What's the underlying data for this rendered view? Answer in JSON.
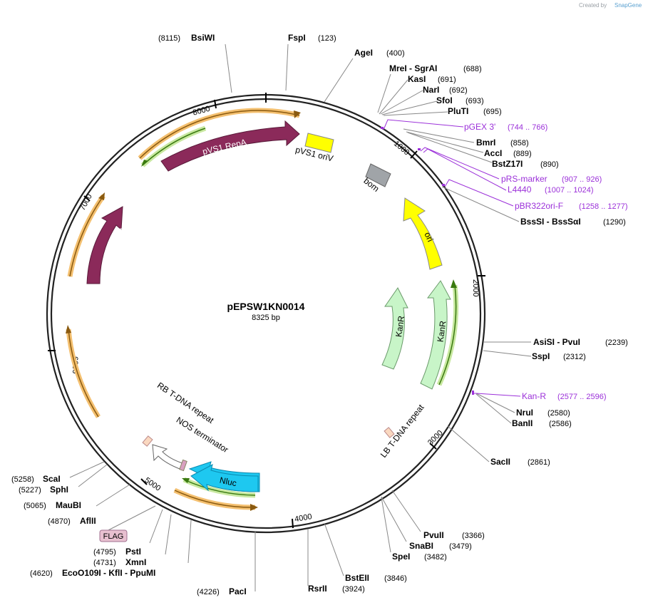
{
  "brand": {
    "created_by": "Created by",
    "app": "SnapGene"
  },
  "plasmid": {
    "name": "pEPSW1KN0014",
    "size": "8325 bp"
  },
  "ticks": [
    "8000",
    "1000",
    "2000",
    "3000",
    "4000",
    "5000",
    "6000",
    "7000"
  ],
  "features": {
    "pvs1_repa": "pVS1 RepA",
    "pvs1_oriv": "pVS1 oriV",
    "bom": "bom",
    "ori": "ori",
    "kanr_1": "KanR",
    "kanr_2": "KanR",
    "pvs1_staa": "pVS1 StaA",
    "rb_tdna": "RB T-DNA repeat",
    "nos_term": "NOS terminator",
    "nluc": "Nluc",
    "lb_tdna": "LB T-DNA repeat",
    "flag": "FLAG"
  },
  "enzymes": [
    {
      "pos": "(8115)",
      "name": "BsiWI"
    },
    {
      "name": "FspI",
      "pos": "(123)"
    },
    {
      "name": "AgeI",
      "pos": "(400)"
    },
    {
      "name": "MreI  -  SgrAI",
      "pos": "(688)"
    },
    {
      "name": "KasI",
      "pos": "(691)"
    },
    {
      "name": "NarI",
      "pos": "(692)"
    },
    {
      "name": "SfoI",
      "pos": "(693)"
    },
    {
      "name": "PluTI",
      "pos": "(695)"
    },
    {
      "name": "BmrI",
      "pos": "(858)"
    },
    {
      "name": "AccI",
      "pos": "(889)"
    },
    {
      "name": "BstZ17I",
      "pos": "(890)"
    },
    {
      "name": "BssSI  -  BssSαI",
      "pos": "(1290)"
    },
    {
      "name": "AsiSI  -  PvuI",
      "pos": "(2239)"
    },
    {
      "name": "SspI",
      "pos": "(2312)"
    },
    {
      "name": "NruI",
      "pos": "(2580)"
    },
    {
      "name": "BanII",
      "pos": "(2586)"
    },
    {
      "name": "SacII",
      "pos": "(2861)"
    },
    {
      "name": "PvuII",
      "pos": "(3366)"
    },
    {
      "name": "SnaBI",
      "pos": "(3479)"
    },
    {
      "name": "SpeI",
      "pos": "(3482)"
    },
    {
      "name": "BstEII",
      "pos": "(3846)"
    },
    {
      "name": "RsrII",
      "pos": "(3924)"
    },
    {
      "pos": "(4226)",
      "name": "PacI"
    },
    {
      "pos": "(4620)",
      "name": "EcoO109I  -  KflI  -  PpuMI"
    },
    {
      "pos": "(4731)",
      "name": "XmnI"
    },
    {
      "pos": "(4795)",
      "name": "PstI"
    },
    {
      "pos": "(4870)",
      "name": "AflII"
    },
    {
      "pos": "(5065)",
      "name": "MauBI"
    },
    {
      "pos": "(5227)",
      "name": "SphI"
    },
    {
      "pos": "(5258)",
      "name": "ScaI"
    }
  ],
  "primers": [
    {
      "name": "pGEX 3'",
      "range": "(744 .. 766)"
    },
    {
      "name": "pRS-marker",
      "range": "(907 .. 926)"
    },
    {
      "name": "L4440",
      "range": "(1007 .. 1024)"
    },
    {
      "name": "pBR322ori-F",
      "range": "(1258 .. 1277)"
    },
    {
      "name": "Kan-R",
      "range": "(2577 .. 2596)"
    }
  ],
  "colors": {
    "backbone": "#222222",
    "repa": "#8b2a5a",
    "oriv": "#ffff00",
    "bom": "#a0a4a8",
    "ori": "#ffff00",
    "kanr": "#c8f5c8",
    "nluc": "#1ec8f0",
    "primer": "#9b30d9",
    "orange_arrow": "#f4b860",
    "green_arrow": "#5a9a20"
  }
}
